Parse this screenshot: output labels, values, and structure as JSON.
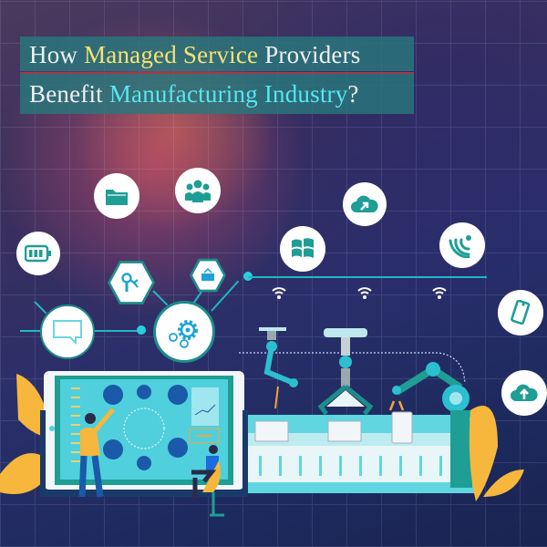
{
  "headline": {
    "line1": {
      "w1": "How",
      "w2": "Managed Service",
      "w3": "Providers"
    },
    "line2": {
      "w1": "Benefit",
      "w2": "Manufacturing Industry",
      "w3": "?"
    }
  },
  "colors": {
    "title_box": "#287880",
    "highlight_yellow": "#f5e373",
    "highlight_cyan": "#56e6f0",
    "icon_teal": "#1e9e94",
    "background_dark": "#1d2a5e"
  },
  "icons": [
    {
      "name": "battery-icon"
    },
    {
      "name": "folder-icon"
    },
    {
      "name": "users-group-icon"
    },
    {
      "name": "robot-arm-hex-icon"
    },
    {
      "name": "package-hex-icon"
    },
    {
      "name": "chat-bubble-icon"
    },
    {
      "name": "gear-icon"
    },
    {
      "name": "cloud-upload-arrow-icon"
    },
    {
      "name": "windows-logo-icon"
    },
    {
      "name": "wireless-signal-icon"
    },
    {
      "name": "smartphone-icon"
    },
    {
      "name": "cloud-upload-icon"
    },
    {
      "name": "wifi-icon"
    }
  ],
  "illustration": {
    "monitor": "control-dashboard",
    "assembly_line": "robotic-conveyor"
  }
}
